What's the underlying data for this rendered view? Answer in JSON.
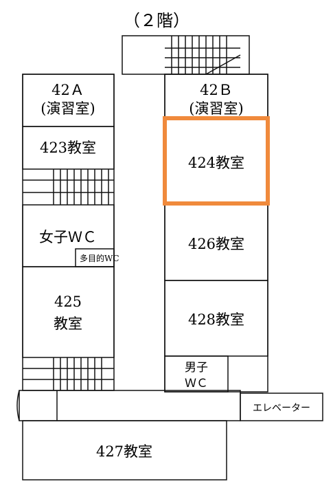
{
  "floor_label": "（２階）",
  "rooms": {
    "r42a": {
      "line1": "42Ａ",
      "line2": "(演習室)"
    },
    "r42b": {
      "line1": "42Ｂ",
      "line2": "(演習室)"
    },
    "r423": {
      "label": "423教室"
    },
    "r424": {
      "label": "424教室",
      "highlighted": true
    },
    "r426": {
      "label": "426教室"
    },
    "r428": {
      "label": "428教室"
    },
    "r425": {
      "line1": "425",
      "line2": "教室"
    },
    "r427": {
      "label": "427教室"
    },
    "women_wc": {
      "label": "女子ＷＣ"
    },
    "multi_wc": {
      "label": "多目的WC"
    },
    "men_wc": {
      "line1": "男子",
      "line2": "ＷＣ"
    },
    "elevator": {
      "label": "エレベーター"
    }
  },
  "colors": {
    "highlight": "#f08a3c",
    "line": "#111111",
    "background": "#ffffff"
  }
}
